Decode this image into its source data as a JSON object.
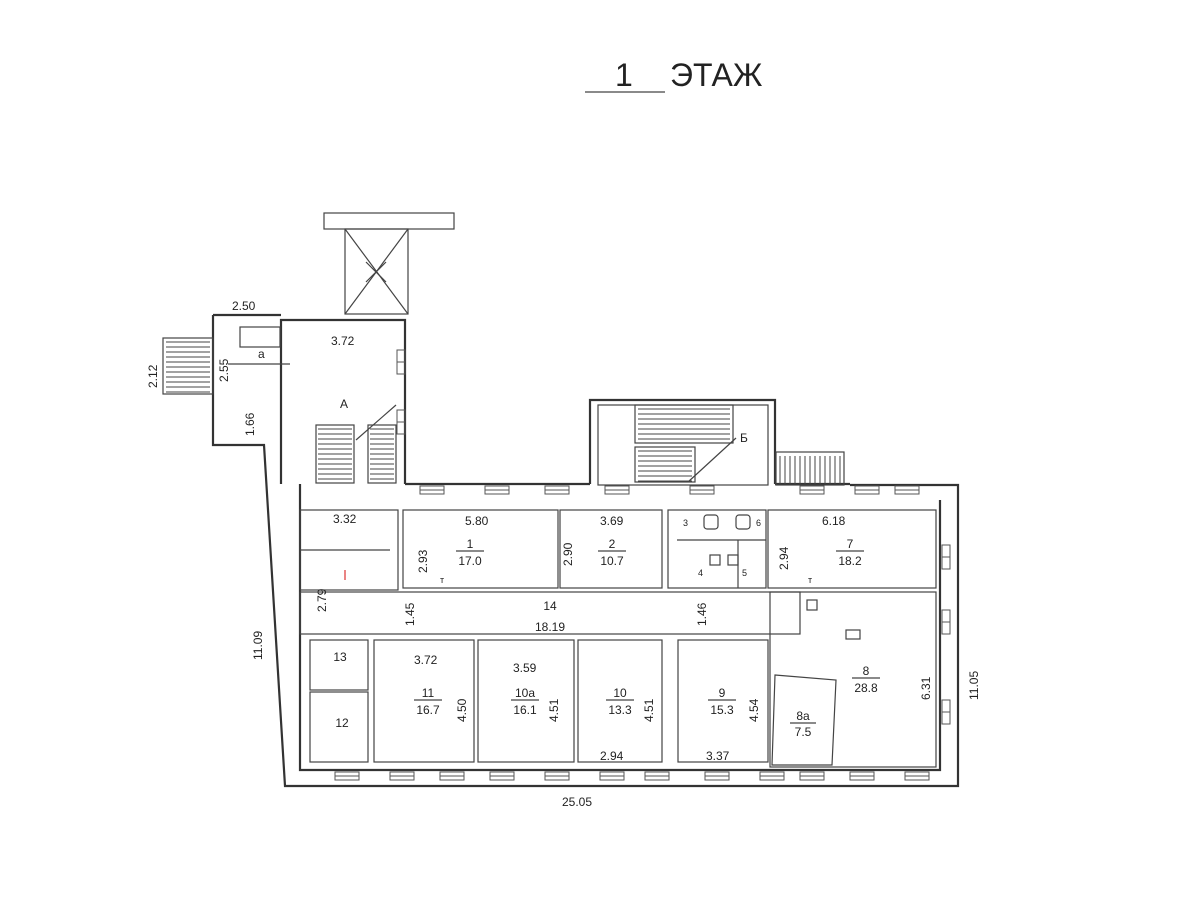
{
  "title": {
    "number": "1",
    "text": "ЭТАЖ"
  },
  "rooms": [
    {
      "id": "room-1",
      "number": "1",
      "area": "17.0"
    },
    {
      "id": "room-2",
      "number": "2",
      "area": "10.7"
    },
    {
      "id": "room-7",
      "number": "7",
      "area": "18.2"
    },
    {
      "id": "room-8",
      "number": "8",
      "area": "28.8"
    },
    {
      "id": "room-8a",
      "number": "8а",
      "area": "7.5"
    },
    {
      "id": "room-9",
      "number": "9",
      "area": "15.3"
    },
    {
      "id": "room-10",
      "number": "10",
      "area": "13.3"
    },
    {
      "id": "room-10a",
      "number": "10а",
      "area": "16.1"
    },
    {
      "id": "room-11",
      "number": "11",
      "area": "16.7"
    },
    {
      "id": "room-12",
      "number": "12"
    },
    {
      "id": "room-13",
      "number": "13"
    },
    {
      "id": "room-14",
      "number": "14"
    },
    {
      "id": "room-3",
      "number": "3"
    },
    {
      "id": "room-4",
      "number": "4"
    },
    {
      "id": "room-5",
      "number": "5"
    },
    {
      "id": "room-6",
      "number": "6"
    }
  ],
  "zones": {
    "a_small": "а",
    "A": "А",
    "B": "Б"
  },
  "dimensions": {
    "d_2_50": "2.50",
    "d_2_12": "2.12",
    "d_2_55": "2.55",
    "d_1_66": "1.66",
    "d_3_72_top": "3.72",
    "d_3_32": "3.32",
    "d_2_79": "2.79",
    "d_11_09": "11.09",
    "d_5_80": "5.80",
    "d_2_93": "2.93",
    "d_3_69": "3.69",
    "d_2_90": "2.90",
    "d_6_18": "6.18",
    "d_2_94_r7": "2.94",
    "d_1_45": "1.45",
    "d_18_19": "18.19",
    "d_1_46": "1.46",
    "d_3_72_r11": "3.72",
    "d_4_50": "4.50",
    "d_3_59": "3.59",
    "d_4_51_a": "4.51",
    "d_4_51_b": "4.51",
    "d_2_94_r10": "2.94",
    "d_4_54": "4.54",
    "d_3_37": "3.37",
    "d_6_31": "6.31",
    "d_11_05": "11.05",
    "d_25_05": "25.05"
  },
  "fixture_mark": "т"
}
